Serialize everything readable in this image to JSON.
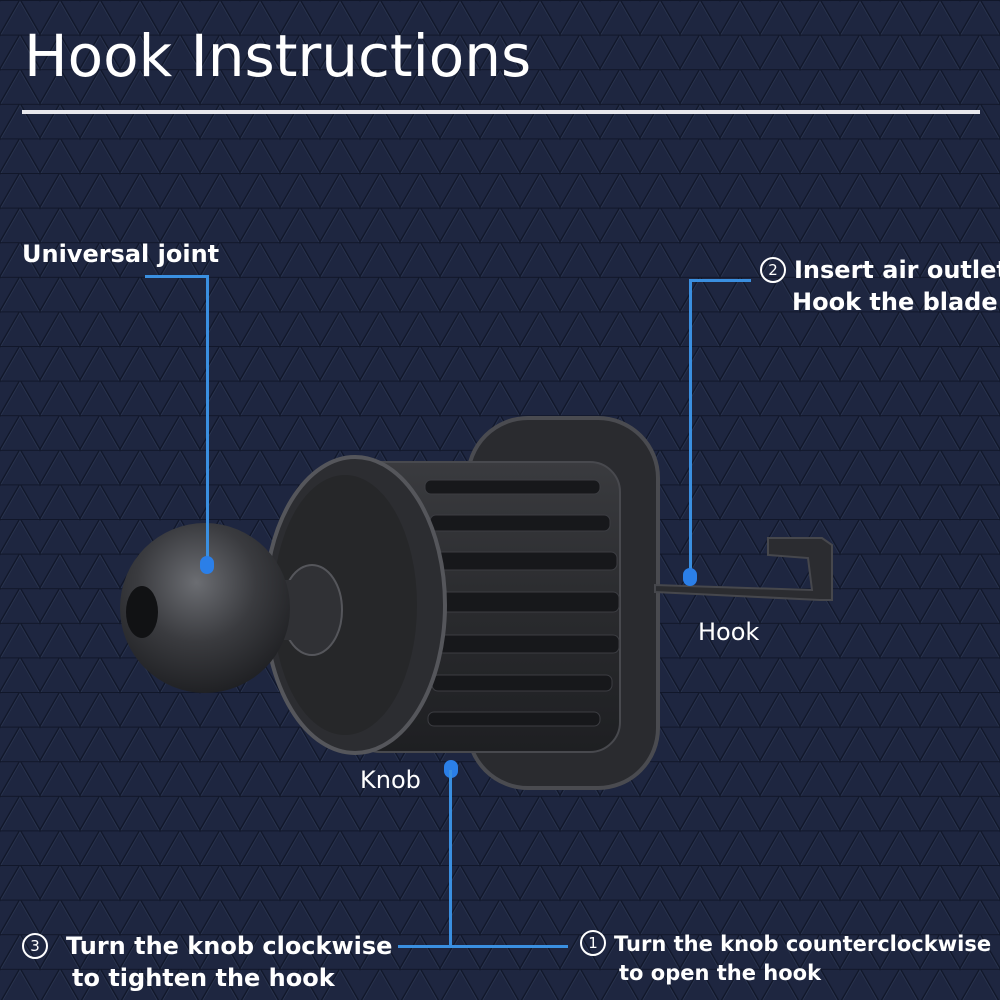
{
  "title": "Hook Instructions",
  "colors": {
    "background": "#1b2234",
    "accent_line": "#3a8fe0",
    "dot": "#2b7fe8",
    "text": "#ffffff"
  },
  "labels": {
    "universal_joint": "Universal joint",
    "hook": "Hook",
    "knob": "Knob"
  },
  "steps": [
    {
      "number": "1",
      "line1": "Turn the knob counterclockwise",
      "line2": "to open the hook"
    },
    {
      "number": "2",
      "line1": "Insert air outlet",
      "line2": "Hook the blade"
    },
    {
      "number": "3",
      "line1": "Turn the knob clockwise",
      "line2": "to tighten the hook"
    }
  ]
}
